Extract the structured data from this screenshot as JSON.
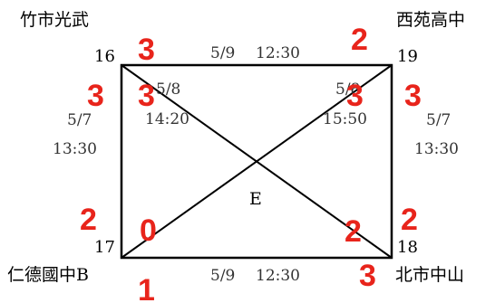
{
  "group_label": "E",
  "teams": {
    "top_left": {
      "name": "竹市光武",
      "number": "16"
    },
    "top_right": {
      "name": "西苑高中",
      "number": "19"
    },
    "bottom_left": {
      "name": "仁德國中B",
      "number": "17"
    },
    "bottom_right": {
      "name": "北市中山",
      "number": "18"
    }
  },
  "matches": {
    "top": {
      "date": "5/9",
      "time": "12:30"
    },
    "bottom": {
      "date": "5/9",
      "time": "12:30"
    },
    "left": {
      "date": "5/7",
      "time": "13:30"
    },
    "right": {
      "date": "5/7",
      "time": "13:30"
    },
    "diag_left": {
      "date": "5/8",
      "time": "14:20"
    },
    "diag_right": {
      "date": "5/8",
      "time": "15:50"
    }
  },
  "scores": {
    "top_left": "3",
    "top_right": "2",
    "left_top": "3",
    "left_bottom": "2",
    "right_top": "3",
    "right_bottom": "2",
    "bottom_left": "1",
    "bottom_right": "3",
    "diag_tl": "3",
    "diag_tr": "3",
    "diag_bl": "0",
    "diag_br": "2"
  }
}
